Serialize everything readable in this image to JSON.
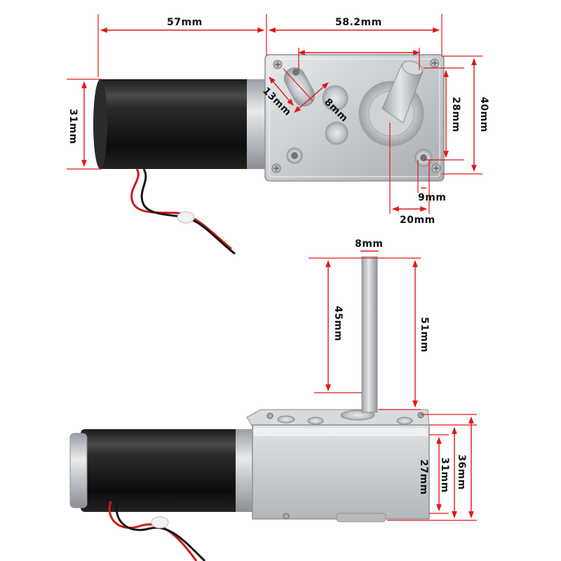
{
  "figure": {
    "top_view": {
      "motor_length": "57mm",
      "gearbox_length": "58.2mm",
      "motor_diameter": "31mm",
      "gearbox_width": "40mm",
      "mount_spacing": "28mm",
      "slot_length": "13mm",
      "slot_width": "8mm",
      "hole_offset": "9mm",
      "shaft_offset": "20mm"
    },
    "side_view": {
      "shaft_width": "8mm",
      "shaft_usable_length": "45mm",
      "shaft_total_length": "51mm",
      "gearbox_height_inner": "27mm",
      "gearbox_height_mid": "31mm",
      "gearbox_height_total": "36mm"
    }
  },
  "colors": {
    "dimension_line": "#e01818",
    "motor_body": "#111111",
    "gearbox_metal": "#c9ccd0",
    "wire_red": "#d11a1a",
    "wire_black": "#151515"
  }
}
